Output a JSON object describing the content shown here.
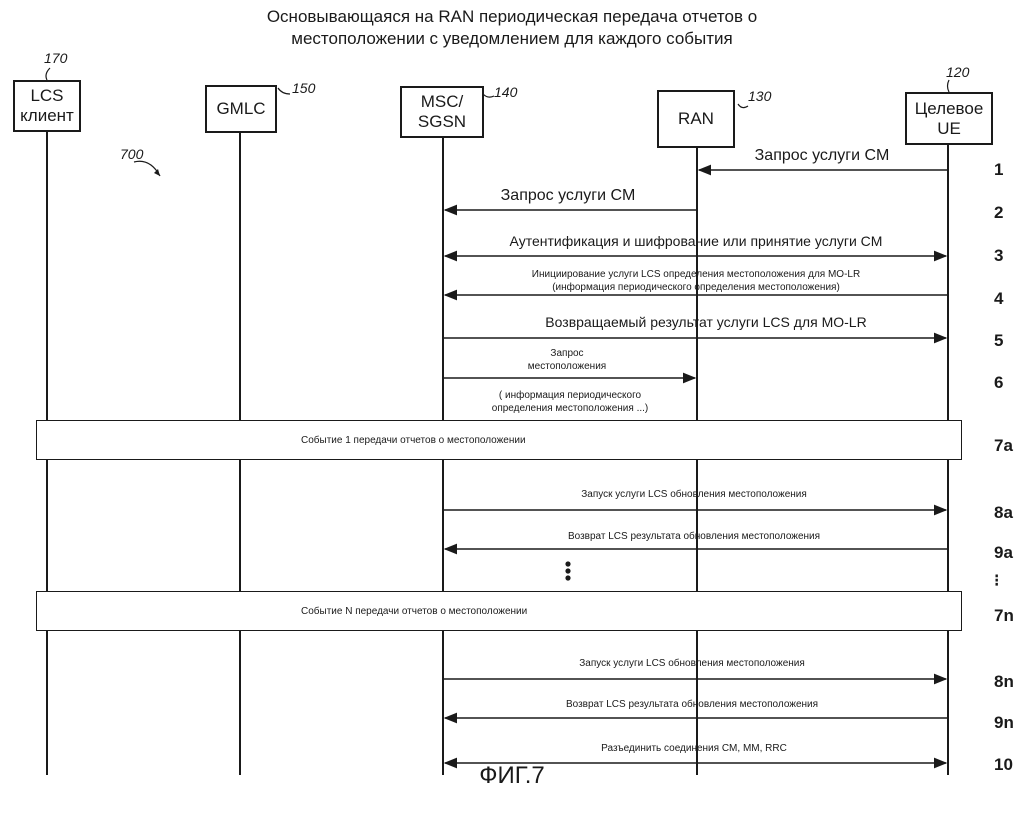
{
  "title": {
    "line1": "Основывающаяся на RAN периодическая передача отчетов о",
    "line2": "местоположении с уведомлением для каждого события"
  },
  "entities": [
    {
      "id": "lcs",
      "label1": "LCS",
      "label2": "клиент",
      "ref": "170"
    },
    {
      "id": "gmlc",
      "label1": "GMLC",
      "label2": "",
      "ref": "150"
    },
    {
      "id": "msc",
      "label1": "MSC/",
      "label2": "SGSN",
      "ref": "140"
    },
    {
      "id": "ran",
      "label1": "RAN",
      "label2": "",
      "ref": "130"
    },
    {
      "id": "ue",
      "label1": "Целевое",
      "label2": "UE",
      "ref": "120"
    }
  ],
  "diagram_ref": "700",
  "messages": [
    {
      "step": "1",
      "text": "Запрос услуги CM"
    },
    {
      "step": "2",
      "text": "Запрос услуги CM"
    },
    {
      "step": "3",
      "text": "Аутентификация и шифрование или принятие услуги CM"
    },
    {
      "step": "4",
      "text": "Инициирование услуги LCS определения местоположения для MO-LR",
      "text2": "(информация периодического определения местоположения)"
    },
    {
      "step": "5",
      "text": "Возвращаемый результат услуги LCS для MO-LR"
    },
    {
      "step": "6",
      "text": "Запрос",
      "text2": "местоположения",
      "text3": "( информация периодического",
      "text4": "определения местоположения ...)"
    },
    {
      "step": "7a",
      "text": "Событие 1 передачи отчетов о местоположении"
    },
    {
      "step": "8a",
      "text": "Запуск услуги LCS обновления местоположения"
    },
    {
      "step": "9a",
      "text": "Возврат LCS результата обновления местоположения"
    },
    {
      "step": "7n",
      "text": "Событие N передачи отчетов о местоположении"
    },
    {
      "step": "8n",
      "text": "Запуск услуги LCS обновления местоположения"
    },
    {
      "step": "9n",
      "text": "Возврат LCS результата обновления местоположения"
    },
    {
      "step": "10",
      "text": "Разъединить соединения CM, MM, RRC"
    }
  ],
  "ellipsis_step": "⁝",
  "figure_caption": "ФИГ.7"
}
